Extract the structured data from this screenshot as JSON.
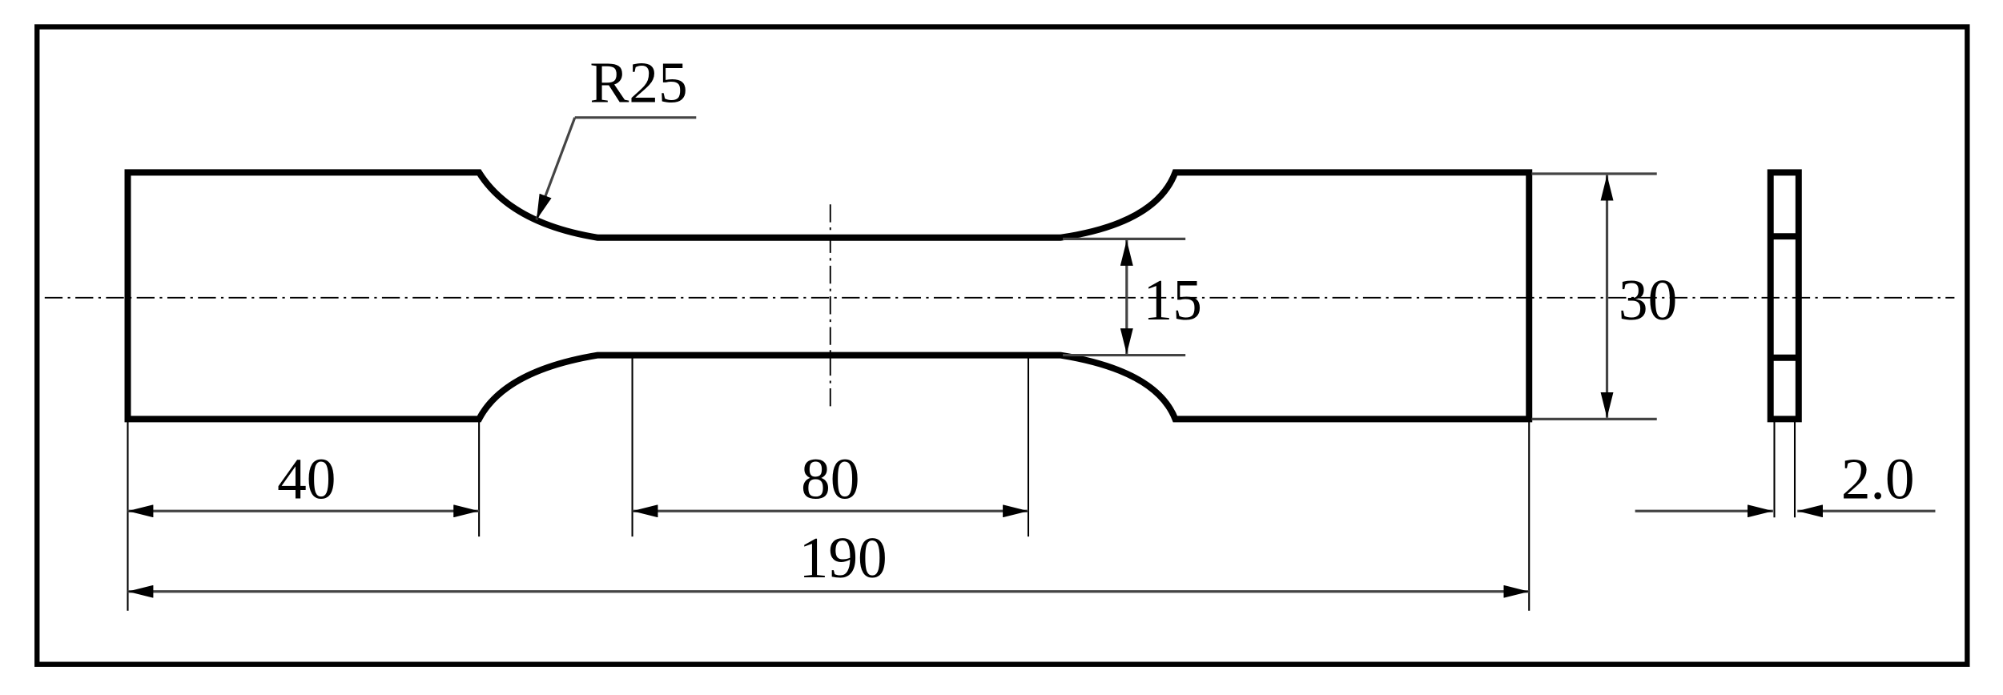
{
  "drawing": {
    "radius_label": "R25",
    "dimensions": {
      "grip_length": "40",
      "gauge_length": "80",
      "total_length": "190",
      "gauge_width": "15",
      "grip_width": "30",
      "thickness": "2.0"
    }
  }
}
